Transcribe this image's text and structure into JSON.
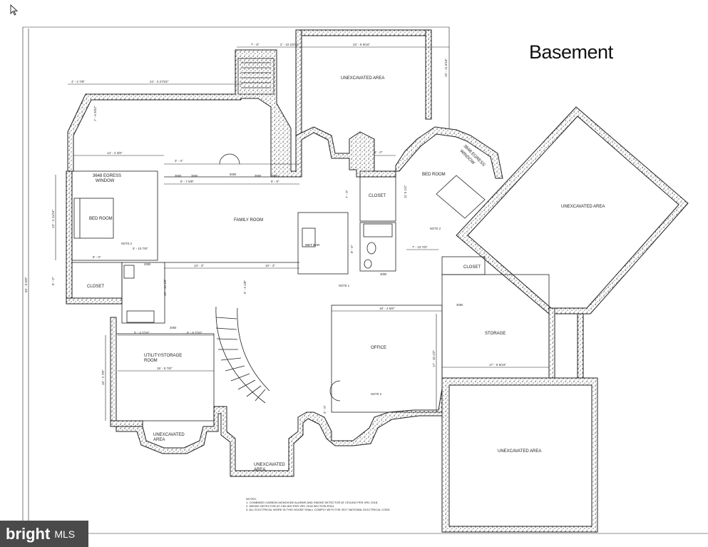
{
  "title": "Basement",
  "brand": {
    "name": "bright",
    "suffix": "MLS"
  },
  "rooms": {
    "family_room": "FAMILY ROOM",
    "bed_room_left": "BED ROOM",
    "bed_room_right": "BED ROOM",
    "closet_left": "CLOSET",
    "closet_mid": "CLOSET",
    "closet_right": "CLOSET",
    "wet_bar": "WET BAR",
    "office": "OFFICE",
    "storage": "STORAGE",
    "utility_1": "UTILITY/STORAGE",
    "utility_2": "ROOM",
    "unexcavated": "UNEXCAVATED AREA",
    "unexcavated_small_1": "UNEXCAVATED",
    "unexcavated_small_2": "AREA",
    "egress_left_1": "3648 EGRESS",
    "egress_left_2": "WINDOW",
    "egress_right_1": "3648 EGRESS",
    "egress_right_2": "WINDOW"
  },
  "tags": {
    "note1": "NOTE 1",
    "note2": "NOTE 2",
    "d3660": "3660",
    "d6080": "6080",
    "d3080": "3080",
    "d2080": "2080"
  },
  "dims": {
    "top_stair": "7' - 8\"",
    "top_small": "2' - 10 23/32\"",
    "top_unexc": "22' - 9 9/16\"",
    "unexc_right": "15' - 11 5/16\"",
    "top_left": "4' - 2 7/8\"",
    "top_wide": "24' - 3 27/32\"",
    "left_small": "7' - 6 9/32\"",
    "bed_width": "14' - 3 3/8\"",
    "bed_height": "13' - 2 11/16\"",
    "small_a": "3' - 4\"",
    "small_b": "8' - 7 5/8\"",
    "small_c": "8' - 9\"",
    "family_a": "13' - 3\"",
    "family_b": "10' - 3\"",
    "bed_depth": "8' - 0\"",
    "closet_w": "5' - 0\"",
    "vert_a": "7' - 0\"",
    "vert_b": "8' - 6\"",
    "bedr_a": "11' 5 1/4\"",
    "bedr_b": "7' - 10 7/8\"",
    "bath_a": "5' - 10 7/8\"",
    "left_vert": "8' - 0\"",
    "util_a": "5' - 4 7/16\"",
    "util_b": "6' - 8 7/16\"",
    "util_w": "15' - 8 7/8\"",
    "util_h": "10' - 2 7/8\"",
    "stair_v": "5' - 3 1/8\"",
    "office_w": "18' - 4 5/8\"",
    "office_h": "17' - 10 1/2\"",
    "storage_w": "17' - 8 9/16\"",
    "total_h": "55' - 0 5/8\"",
    "hall_v": "10' - 10 1/8\"",
    "office_v": "3' - 0\""
  },
  "notes": [
    "NOTES:",
    "1. COMBINED CARBON MONOXIDE ALARMS AND SMOKE DETECTOR AT CEILING PER VRC 2018.",
    "2. SMOKE DETECTOR AT CEILING PER VRC 2018 SECTION R314.",
    "3. ALL ELECTRICAL WORK IN THIS HOUSE SHALL COMPLY WITH THE 2017 NATIONAL ELECTRICAL CODE."
  ]
}
